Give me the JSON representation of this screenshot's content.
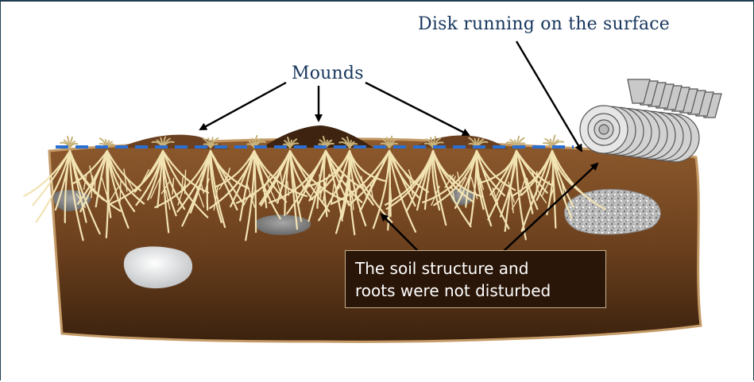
{
  "labels": {
    "disk": "Disk running on the surface",
    "mounds": "Mounds",
    "callout_line1": "The soil structure and",
    "callout_line2": "roots were not disturbed"
  },
  "colors": {
    "soil_top": "#8e5a2d",
    "soil_bottom": "#3b220e",
    "soil_border": "#c49a66",
    "roots": "#f2e3b3",
    "grass": "#c8b27a",
    "dashed_line": "#2a6fd1",
    "label_text": "#17365d",
    "callout_bg": "#2a1608",
    "disk_metal": "#cfcfcf"
  },
  "icons": [
    "disk-harrow-icon",
    "grass-tuft-icon",
    "rock-icon",
    "root-cluster-icon",
    "arrow-icon"
  ]
}
